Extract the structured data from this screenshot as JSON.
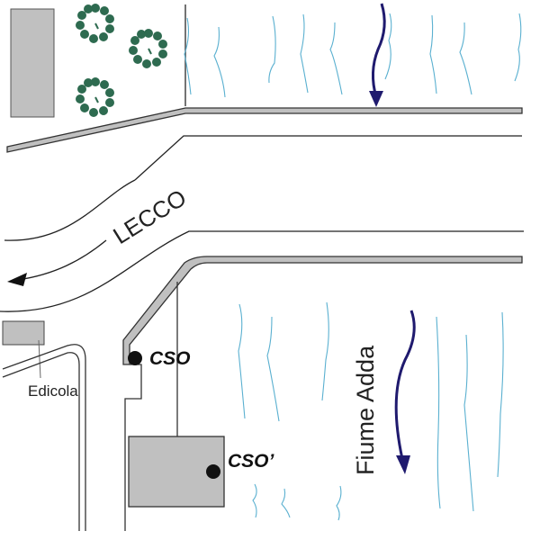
{
  "labels": {
    "city": "LECCO",
    "river": "Fiume Adda",
    "kiosk": "Edicola",
    "cso": "CSO",
    "cso_prime": "CSO’"
  },
  "colors": {
    "road_outline": "#333333",
    "road_fill": "#c0c0c0",
    "building_fill": "#c0c0c0",
    "water_line": "#5ab0d0",
    "flow_arrow": "#1f1a6e",
    "tree": "#2e6b50",
    "point": "#111111"
  }
}
